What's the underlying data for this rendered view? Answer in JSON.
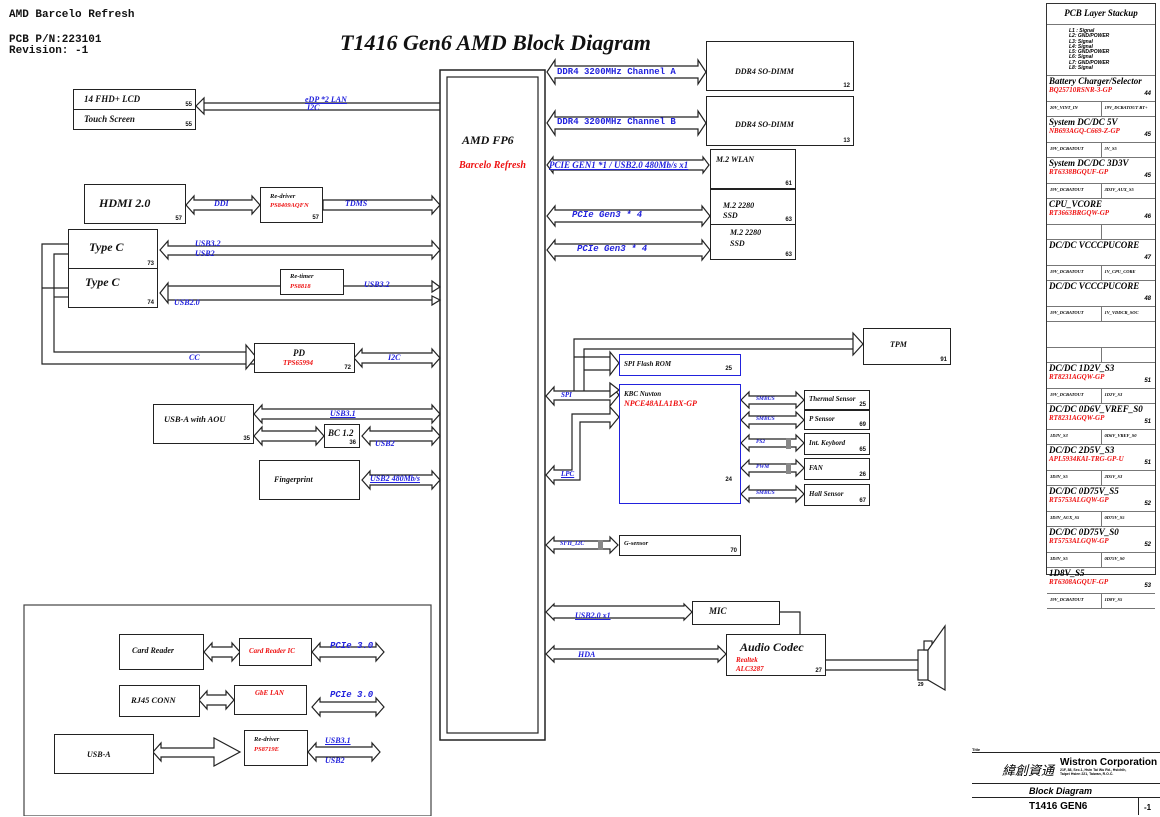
{
  "header": {
    "project": "AMD Barcelo Refresh",
    "pcb_pn": "PCB P/N:223101",
    "revision": "Revision: -1",
    "title": "T1416 Gen6 AMD Block Diagram"
  },
  "cpu": {
    "name": "AMD FP6",
    "sub": "Barcelo Refresh"
  },
  "right_blocks": {
    "dimm_a": {
      "label": "DDR4 SO-DIMM",
      "page": "12",
      "bus": "DDR4 3200MHz Channel A"
    },
    "dimm_b": {
      "label": "DDR4 SO-DIMM",
      "page": "13",
      "bus": "DDR4 3200MHz  Channel B"
    },
    "wlan": {
      "label": "M.2 WLAN",
      "page": "61",
      "bus": "PCIE GEN1 *1 /  USB2.0 480Mb/s x1"
    },
    "ssd1": {
      "label1": "M.2 2280",
      "label2": "SSD",
      "page": "63",
      "bus": "PCIe  Gen3 * 4"
    },
    "ssd2": {
      "label1": "M.2 2280",
      "label2": "SSD",
      "page": "63",
      "bus": "PCIe  Gen3 * 4"
    },
    "tpm": {
      "label": "TPM",
      "page": "91"
    },
    "spi_rom": {
      "label": "SPI Flash ROM",
      "page": "25"
    },
    "kbc": {
      "label": "KBC Nuvton",
      "part": "NPCE48ALA1BX-GP",
      "page": "24"
    },
    "spi_bus": "SPI",
    "lpc_bus": "LPC",
    "kbc_peripherals": [
      {
        "label": "Thermal Sensor",
        "page": "25",
        "bus": "SMBUS"
      },
      {
        "label": "P Sensor",
        "page": "69",
        "bus": "SMBUS"
      },
      {
        "label": "Int. Keybord",
        "page": "65",
        "bus": "PS2"
      },
      {
        "label": "FAN",
        "page": "26",
        "bus": "PWM"
      },
      {
        "label": "Hall Sensor",
        "page": "67",
        "bus": "SMBUS"
      }
    ],
    "gsensor": {
      "label": "G-sensor",
      "page": "70",
      "bus": "SFH_I2C"
    },
    "mic": {
      "label": "MIC",
      "bus": "USB2.0 x1"
    },
    "codec": {
      "label": "Audio Codec",
      "vendor": "Realtek",
      "part": "ALC3287",
      "page": "27",
      "bus": "HDA"
    },
    "speaker": {
      "page": "29"
    }
  },
  "left_blocks": {
    "lcd": {
      "label": "14 FHD+ LCD",
      "page": "55"
    },
    "touch": {
      "label": "Touch Screen",
      "page": "55"
    },
    "lcd_bus1": "eDP *2 LAN",
    "lcd_bus2": "I2C",
    "hdmi": {
      "label": "HDMI 2.0",
      "page": "57",
      "bus": "DDI"
    },
    "hdmi_redriver": {
      "label": "Re-driver",
      "part": "PS8409AQFN",
      "page": "57",
      "bus": "TDMS"
    },
    "typec1": {
      "label": "Type C",
      "page": "73",
      "bus1": "USB3.2",
      "bus2": "USB2"
    },
    "typec2": {
      "label": "Type C",
      "page": "74",
      "bus1": "USB3.2",
      "bus2": "USB2.0"
    },
    "retimer": {
      "label": "Re-timer",
      "part": "PS8818"
    },
    "pd": {
      "label": "PD",
      "part": "TPS65994",
      "page": "72",
      "bus_in": "CC",
      "bus_out": "I2C"
    },
    "usba_aou": {
      "label": "USB-A with AOU",
      "page": "35",
      "bus": "USB3.1"
    },
    "bc12": {
      "label": "BC 1.2",
      "page": "36",
      "bus": "USB2"
    },
    "fingerprint": {
      "label": "Fingerprint",
      "bus": "USB2 480Mb/s"
    },
    "card_reader": {
      "label": "Card Reader",
      "ic": "Card Reader IC",
      "bus": "PCIe 3.0"
    },
    "rj45": {
      "label": "RJ45 CONN",
      "ic": "GbE LAN",
      "bus": "PCIe 3.0"
    },
    "usba": {
      "label": "USB-A",
      "ic": "Re-driver",
      "part": "PS8719E",
      "bus1": "USB3.1",
      "bus2": "USB2"
    }
  },
  "stackup": {
    "title": "PCB Layer Stackup",
    "layers": [
      "L1 : Signal",
      "L2:  GND/POWER",
      "L3:  Signal",
      "L4:  Signal",
      "L5:  GND/POWER",
      "L6:  Signal",
      "L7:  GND/POWER",
      "L8:  Signal"
    ],
    "power": [
      {
        "name": "Battery Charger/Selector",
        "part": "BQ25710RSNR-3-GP",
        "page": "44",
        "in": "20V_VINT_IN",
        "out": "19V_DCBATOUT BT+"
      },
      {
        "name": "System DC/DC 5V",
        "part": "NB693AGQ-C669-Z-GP",
        "page": "45",
        "in": "19V_DCBATOUT",
        "out": "5V_S5"
      },
      {
        "name": "System DC/DC 3D3V",
        "part": "RT6338BGQUF-GP",
        "page": "45",
        "in": "19V_DCBATOUT",
        "out": "3D3V_AUX_S5"
      },
      {
        "name": "CPU_VCORE",
        "part": "RT3663BRGQW-GP",
        "page": "46",
        "in": "",
        "out": ""
      },
      {
        "name": "DC/DC VCCCPUCORE",
        "part": "",
        "page": "47",
        "in": "19V_DCBATOUT",
        "out": "1V_CPU_CORE"
      },
      {
        "name": "DC/DC VCCCPUCORE",
        "part": "",
        "page": "48",
        "in": "19V_DCBATOUT",
        "out": "1V_VDDCR_SOC"
      },
      {
        "name": "",
        "part": "",
        "page": "",
        "in": "",
        "out": ""
      },
      {
        "name": "DC/DC 1D2V_S3",
        "part": "RT8231AGQW-GP",
        "page": "51",
        "in": "19V_DCBATOUT",
        "out": "1D2V_S3"
      },
      {
        "name": "DC/DC 0D6V_VREF_S0",
        "part": "RT8231AGQW-GP",
        "page": "51",
        "in": "1D2V_S3",
        "out": "0D6V_VREF_S0"
      },
      {
        "name": "DC/DC 2D5V_S3",
        "part": "APL5934KAI-TRG-GP-U",
        "page": "51",
        "in": "3D3V_S5",
        "out": "2D5V_S3"
      },
      {
        "name": "DC/DC 0D75V_S5",
        "part": "RT5753ALGQW-GP",
        "page": "52",
        "in": "3D3V_AUX_S5",
        "out": "0D75V_S5"
      },
      {
        "name": "DC/DC 0D75V_S0",
        "part": "RT5753ALGQW-GP",
        "page": "52",
        "in": "3D3V_S5",
        "out": "0D75V_S0"
      },
      {
        "name": "1D8V_S5",
        "part": "RT6308AGQUF-GP",
        "page": "53",
        "in": "19V_DCBATOUT",
        "out": "1D8V_S5"
      }
    ]
  },
  "title_block": {
    "label_top": "Title",
    "company_cn": "緯創資通",
    "company": "Wistron Corporation",
    "address1": "21F, 88, Sec.1, Hsin Tai Wu Rd., Hsichih,",
    "address2": "Taipei Hsien 221, Taiwan, R.O.C.",
    "doc_title": "Block Diagram",
    "doc_number": "T1416 GEN6",
    "rev": "-1"
  }
}
